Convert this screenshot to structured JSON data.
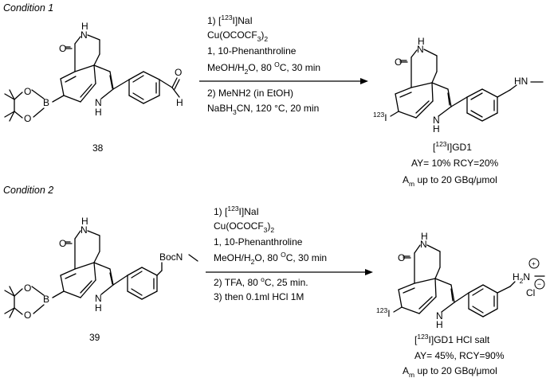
{
  "scheme": {
    "conditions": [
      {
        "heading": "Condition 1",
        "start_compound": "38",
        "start_group_label": "",
        "steps": [
          {
            "num": "1) ",
            "pre": "[",
            "sup": "123",
            "post": "I]NaI"
          },
          {
            "pre": "Cu(OCOCF",
            "sub": "3",
            "post": ")",
            "sub2": "2"
          },
          {
            "pre": "1, 10-Phenanthroline"
          },
          {
            "pre": "MeOH/H",
            "sub": "2",
            "post": "O, 80 ",
            "sup": "O",
            "post2": "C, 30 min"
          },
          {
            "num": "2) ",
            "pre": "MeNH2 (in EtOH)"
          },
          {
            "pre": "NaBH",
            "sub": "3",
            "post": "CN, 120 °C, 20 min"
          }
        ],
        "product": {
          "name_pre": "[",
          "name_sup": "123",
          "name_post": "I]GD1",
          "yield": "AY= 10% RCY=20%",
          "activity_pre": "A",
          "activity_sub": "m",
          "activity_post": " up to 20 GBq/μmol"
        }
      },
      {
        "heading": "Condition 2",
        "start_compound": "39",
        "start_group_label": "BocN",
        "steps": [
          {
            "num": "1) ",
            "pre": "[",
            "sup": "123",
            "post": "I]NaI"
          },
          {
            "pre": "Cu(OCOCF",
            "sub": "3",
            "post": ")",
            "sub2": "2"
          },
          {
            "pre": "1, 10-Phenanthroline"
          },
          {
            "pre": "MeOH/H",
            "sub": "2",
            "post": "O, 80 ",
            "sup": "O",
            "post2": "C, 30 min"
          },
          {
            "num": "2) ",
            "pre": "TFA, 80 ",
            "sup": "o",
            "post": "C, 25 min."
          },
          {
            "num": "3) ",
            "pre": "then 0.1ml HCl 1M"
          }
        ],
        "product": {
          "name_pre": "[",
          "name_sup": "123",
          "name_post": "I]GD1 HCl salt",
          "yield": "AY= 45%, RCY=90%",
          "activity_pre": "A",
          "activity_sub": "m",
          "activity_post": " up to 20 GBq/μmol"
        }
      }
    ],
    "atoms": {
      "o": "O",
      "n": "N",
      "h": "H",
      "b": "B",
      "nh": "NH",
      "iso": "123",
      "i": "I",
      "h2": "H",
      "h2sub": "2",
      "plus": "+",
      "minus": "−",
      "cl": "Cl"
    }
  }
}
